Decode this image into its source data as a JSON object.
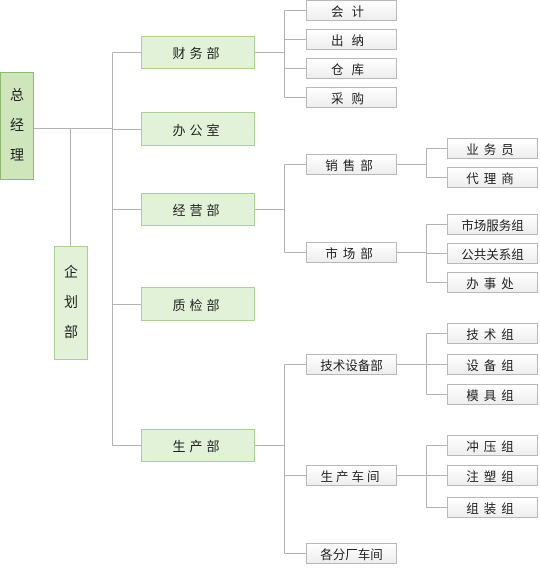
{
  "root": "总经理",
  "planning": "企划部",
  "departments": [
    {
      "name": "财务部",
      "children": [
        "会计",
        "出纳",
        "仓库",
        "采购"
      ]
    },
    {
      "name": "办公室"
    },
    {
      "name": "经营部",
      "children": [
        {
          "name": "销售部",
          "children": [
            "业务员",
            "代理商"
          ]
        },
        {
          "name": "市场部",
          "children": [
            "市场服务组",
            "公共关系组",
            "办事处"
          ]
        }
      ]
    },
    {
      "name": "质检部"
    },
    {
      "name": "生产部",
      "children": [
        {
          "name": "技术设备部",
          "children": [
            "技术组",
            "设备组",
            "模具组"
          ]
        },
        {
          "name": "生产车间",
          "children": [
            "冲压组",
            "注塑组",
            "组装组"
          ]
        },
        {
          "name": "各分厂车间"
        }
      ]
    }
  ]
}
